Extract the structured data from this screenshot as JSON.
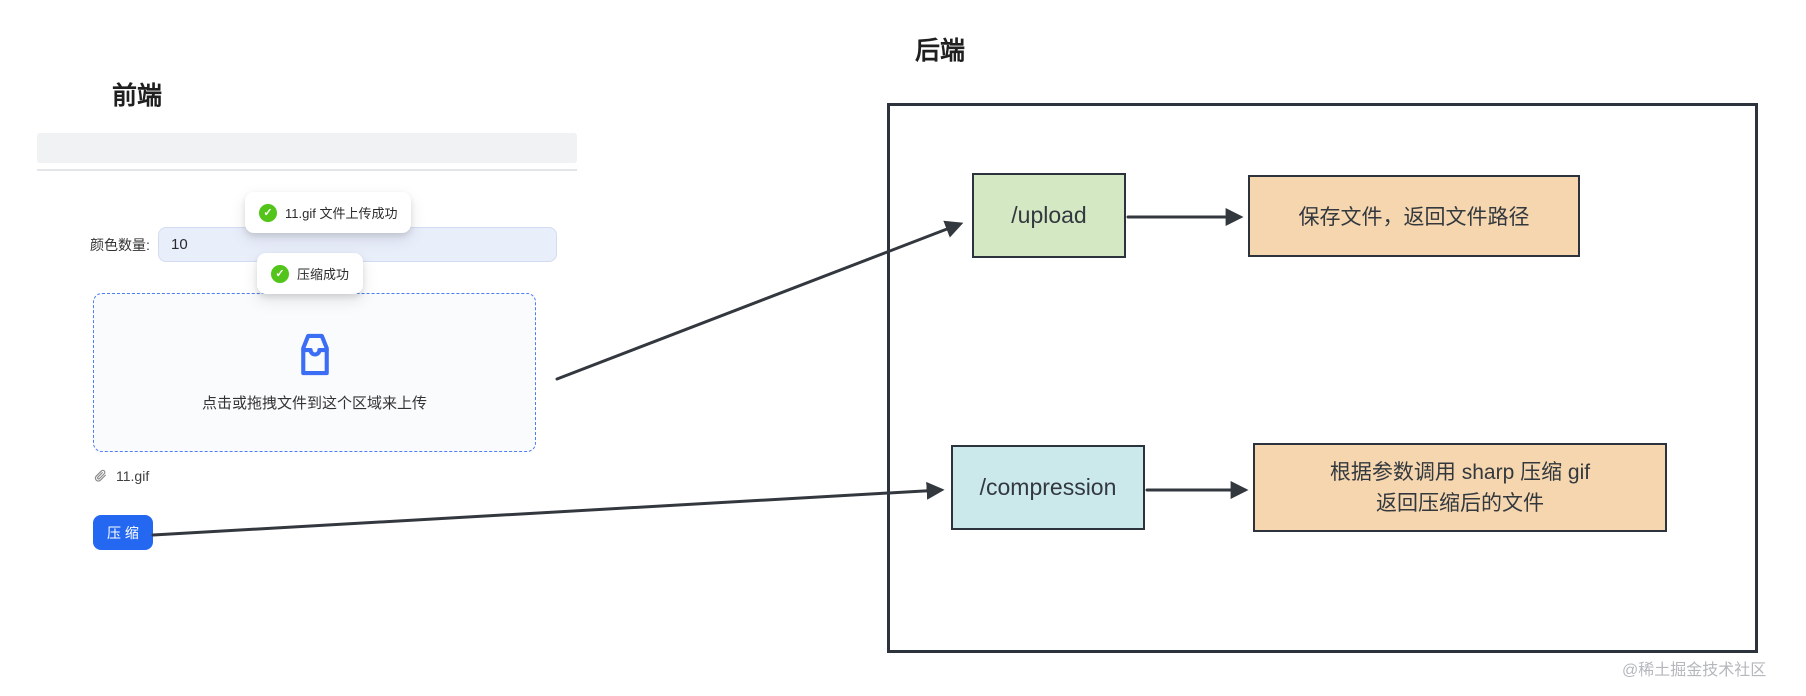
{
  "frontend": {
    "title": "前端",
    "toast_upload": "11.gif 文件上传成功",
    "toast_compress": "压缩成功",
    "color_count_label": "颜色数量:",
    "color_count_value": "10",
    "dragger_text": "点击或拖拽文件到这个区域来上传",
    "file_name": "11.gif",
    "compress_button": "压 缩"
  },
  "backend": {
    "title": "后端",
    "upload_endpoint": "/upload",
    "upload_action": "保存文件，返回文件路径",
    "compression_endpoint": "/compression",
    "compression_action_line1": "根据参数调用 sharp 压缩 gif",
    "compression_action_line2": "返回压缩后的文件"
  },
  "watermark": "@稀土掘金技术社区",
  "icons": {
    "success_check": "✓"
  },
  "colors": {
    "endpoint_green": "#d5e8c4",
    "endpoint_cyan": "#cbe9ea",
    "action_orange": "#f5d6ae",
    "diagram_stroke": "#2d333c",
    "arrow": "#33383f",
    "button_blue": "#2468f2",
    "success_green": "#52c41a",
    "dragger_blue": "#4d7ef7",
    "input_bg": "#e9eefb"
  }
}
